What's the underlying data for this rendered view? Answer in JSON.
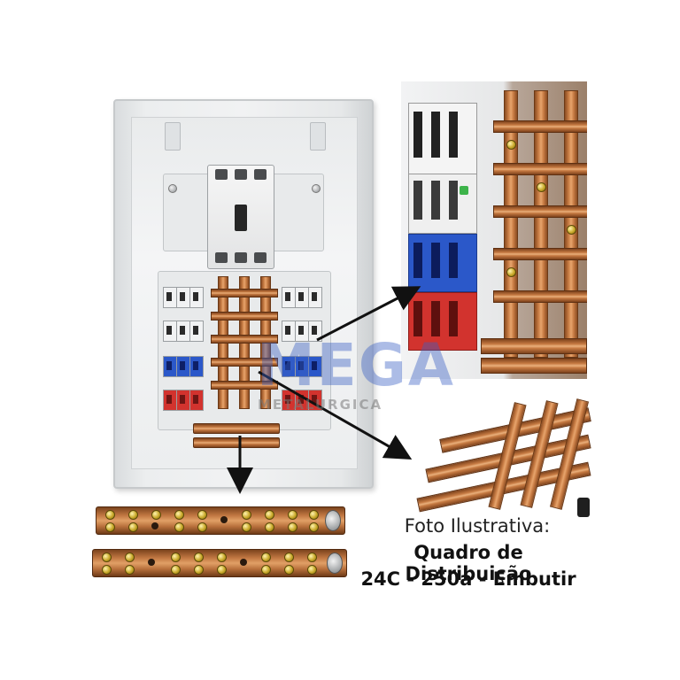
{
  "watermark": {
    "brand": "MEGA",
    "subtitle": "METALURGICA",
    "color": "#3a60c4"
  },
  "caption": {
    "line1": "Foto Ilustrativa:",
    "line2": "Quadro de Distribuição",
    "line3": "24C - 250a - Embutir"
  },
  "colors": {
    "copper": "#c97d45",
    "breaker_blue": "#2b58c9",
    "breaker_red": "#d2332e",
    "enclosure": "#eceeef"
  }
}
